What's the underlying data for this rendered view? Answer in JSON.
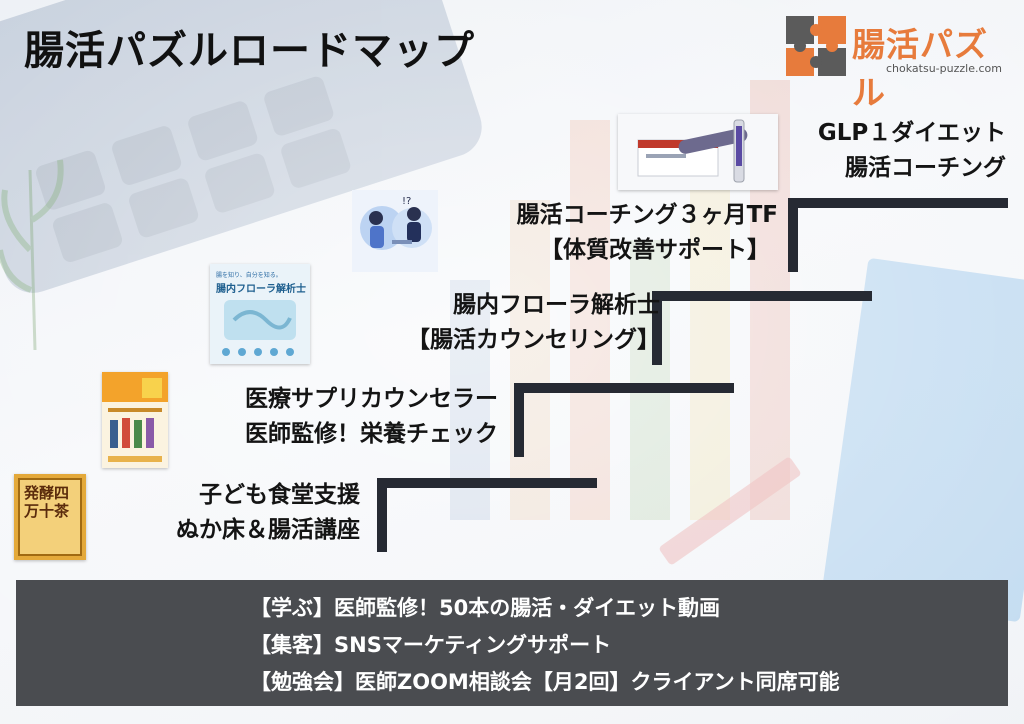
{
  "title": "腸活パズルロードマップ",
  "logo": {
    "name": "腸活パズル",
    "url": "chokatsu-puzzle.com"
  },
  "steps": [
    {
      "line1": "GLP１ダイエット",
      "line2": "腸活コーチング"
    },
    {
      "line1": "腸活コーチング３ヶ月TF",
      "line2": "【体質改善サポート】"
    },
    {
      "line1": "腸内フローラ解析士",
      "line2": "【腸活カウンセリング】"
    },
    {
      "line1": "医療サプリカウンセラー",
      "line2": "医師監修！栄養チェック"
    },
    {
      "line1": "子ども食堂支援",
      "line2": "ぬか床＆腸活講座"
    }
  ],
  "thumbnails": {
    "flora_card_heading": "腸内フローラ解析士",
    "flora_card_tagline": "腸を知り、自分を知る。",
    "tea_label": "発酵四万十茶"
  },
  "bottom": {
    "lines": [
      "【学ぶ】医師監修！50本の腸活・ダイエット動画",
      "【集客】SNSマーケティングサポート",
      "【勉強会】医師ZOOM相談会【月2回】クライアント同席可能"
    ]
  },
  "colors": {
    "accent": "#e77b3c",
    "step_line": "#262a33",
    "bottom_bg": "#4a4c50"
  }
}
